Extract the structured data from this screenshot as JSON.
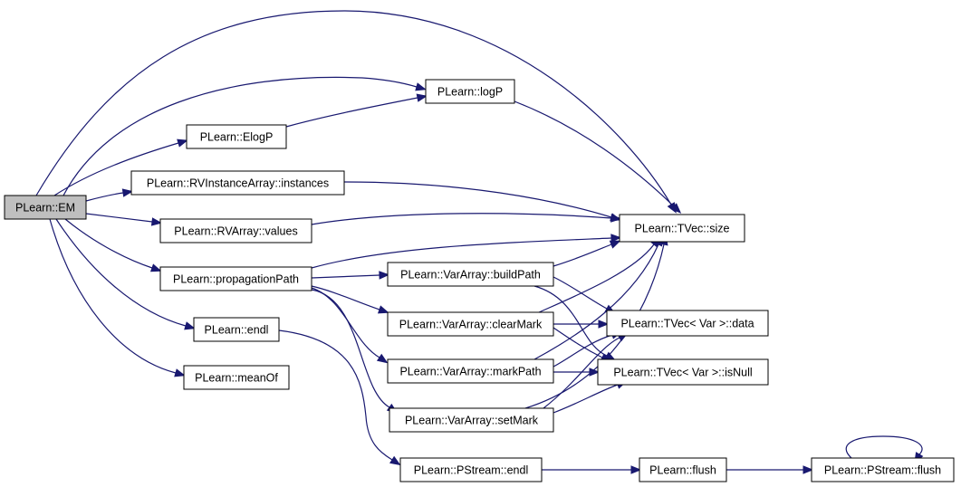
{
  "graph": {
    "edge_color": "#191970",
    "root_fill": "#bfbfbf",
    "nodes": [
      {
        "id": "em",
        "label": "PLearn::EM",
        "root": true
      },
      {
        "id": "logp",
        "label": "PLearn::logP"
      },
      {
        "id": "elogp",
        "label": "PLearn::ElogP"
      },
      {
        "id": "instances",
        "label": "PLearn::RVInstanceArray::instances"
      },
      {
        "id": "values",
        "label": "PLearn::RVArray::values"
      },
      {
        "id": "size",
        "label": "PLearn::TVec::size"
      },
      {
        "id": "propagationPath",
        "label": "PLearn::propagationPath"
      },
      {
        "id": "buildPath",
        "label": "PLearn::VarArray::buildPath"
      },
      {
        "id": "clearMark",
        "label": "PLearn::VarArray::clearMark"
      },
      {
        "id": "data",
        "label": "PLearn::TVec< Var >::data"
      },
      {
        "id": "endl",
        "label": "PLearn::endl"
      },
      {
        "id": "markPath",
        "label": "PLearn::VarArray::markPath"
      },
      {
        "id": "isNull",
        "label": "PLearn::TVec< Var >::isNull"
      },
      {
        "id": "meanOf",
        "label": "PLearn::meanOf"
      },
      {
        "id": "setMark",
        "label": "PLearn::VarArray::setMark"
      },
      {
        "id": "pstreamEndl",
        "label": "PLearn::PStream::endl"
      },
      {
        "id": "flush",
        "label": "PLearn::flush"
      },
      {
        "id": "pstreamFlush",
        "label": "PLearn::PStream::flush"
      }
    ],
    "edges": [
      {
        "from": "em",
        "to": "size"
      },
      {
        "from": "em",
        "to": "logp"
      },
      {
        "from": "em",
        "to": "elogp"
      },
      {
        "from": "em",
        "to": "instances"
      },
      {
        "from": "em",
        "to": "values"
      },
      {
        "from": "em",
        "to": "propagationPath"
      },
      {
        "from": "em",
        "to": "endl"
      },
      {
        "from": "em",
        "to": "meanOf"
      },
      {
        "from": "logp",
        "to": "size"
      },
      {
        "from": "elogp",
        "to": "logp"
      },
      {
        "from": "instances",
        "to": "size"
      },
      {
        "from": "values",
        "to": "size"
      },
      {
        "from": "propagationPath",
        "to": "size"
      },
      {
        "from": "propagationPath",
        "to": "buildPath"
      },
      {
        "from": "propagationPath",
        "to": "clearMark"
      },
      {
        "from": "propagationPath",
        "to": "markPath"
      },
      {
        "from": "propagationPath",
        "to": "setMark"
      },
      {
        "from": "buildPath",
        "to": "size"
      },
      {
        "from": "buildPath",
        "to": "data"
      },
      {
        "from": "buildPath",
        "to": "isNull"
      },
      {
        "from": "clearMark",
        "to": "size"
      },
      {
        "from": "clearMark",
        "to": "data"
      },
      {
        "from": "clearMark",
        "to": "isNull"
      },
      {
        "from": "markPath",
        "to": "size"
      },
      {
        "from": "markPath",
        "to": "data"
      },
      {
        "from": "markPath",
        "to": "isNull"
      },
      {
        "from": "setMark",
        "to": "size"
      },
      {
        "from": "setMark",
        "to": "data"
      },
      {
        "from": "setMark",
        "to": "isNull"
      },
      {
        "from": "endl",
        "to": "pstreamEndl"
      },
      {
        "from": "pstreamEndl",
        "to": "flush"
      },
      {
        "from": "flush",
        "to": "pstreamFlush"
      },
      {
        "from": "pstreamFlush",
        "to": "pstreamFlush"
      }
    ]
  }
}
